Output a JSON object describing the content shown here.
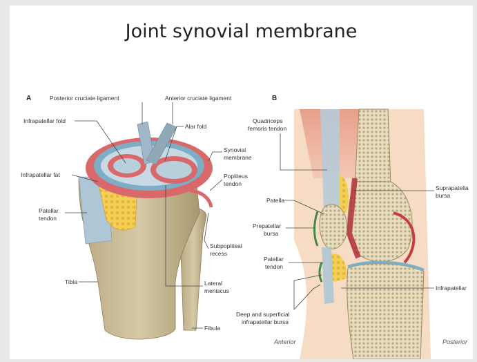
{
  "title": "Joint synovial membrane",
  "panel_a": {
    "letter": "A",
    "labels": {
      "posterior_cruciate": "Posterior cruciate ligament",
      "anterior_cruciate": "Anterior cruciate ligament",
      "infrapatellar_fold": "Infrapatellar fold",
      "alar_fold": "Alar fold",
      "synovial_1": "Synovial",
      "synovial_2": "membrane",
      "infrapatellar_fat": "Infrapatellar fat",
      "popliteus_1": "Popliteus",
      "popliteus_2": "tendon",
      "patellar_1": "Patellar",
      "patellar_2": "tendon",
      "subpopliteal_1": "Subpopliteal",
      "subpopliteal_2": "recess",
      "tibia": "Tibia",
      "lateral_1": "Lateral",
      "lateral_2": "meniscus",
      "fibula": "Fibula"
    }
  },
  "panel_b": {
    "letter": "B",
    "labels": {
      "quadriceps_1": "Quadriceps",
      "quadriceps_2": "femoris tendon",
      "suprapatellar_1": "Suprapatella",
      "suprapatellar_2": "bursa",
      "patella": "Patella",
      "prepatellar_1": "Prepatellar",
      "prepatellar_2": "bursa",
      "patellar_1": "Patellar",
      "patellar_2": "tendon",
      "infrapatellar": "Infrapatellar",
      "deep_1": "Deep and superficial",
      "deep_2": "infrapatellar bursa",
      "anterior": "Anterior",
      "posterior": "Posterior"
    }
  },
  "colors": {
    "bone": "#cbbd98",
    "synovium": "#d9686a",
    "cartilage": "#8fb8cc",
    "fat": "#f0c84a",
    "skin": "#f6dcc4",
    "muscle": "#d98a78"
  }
}
